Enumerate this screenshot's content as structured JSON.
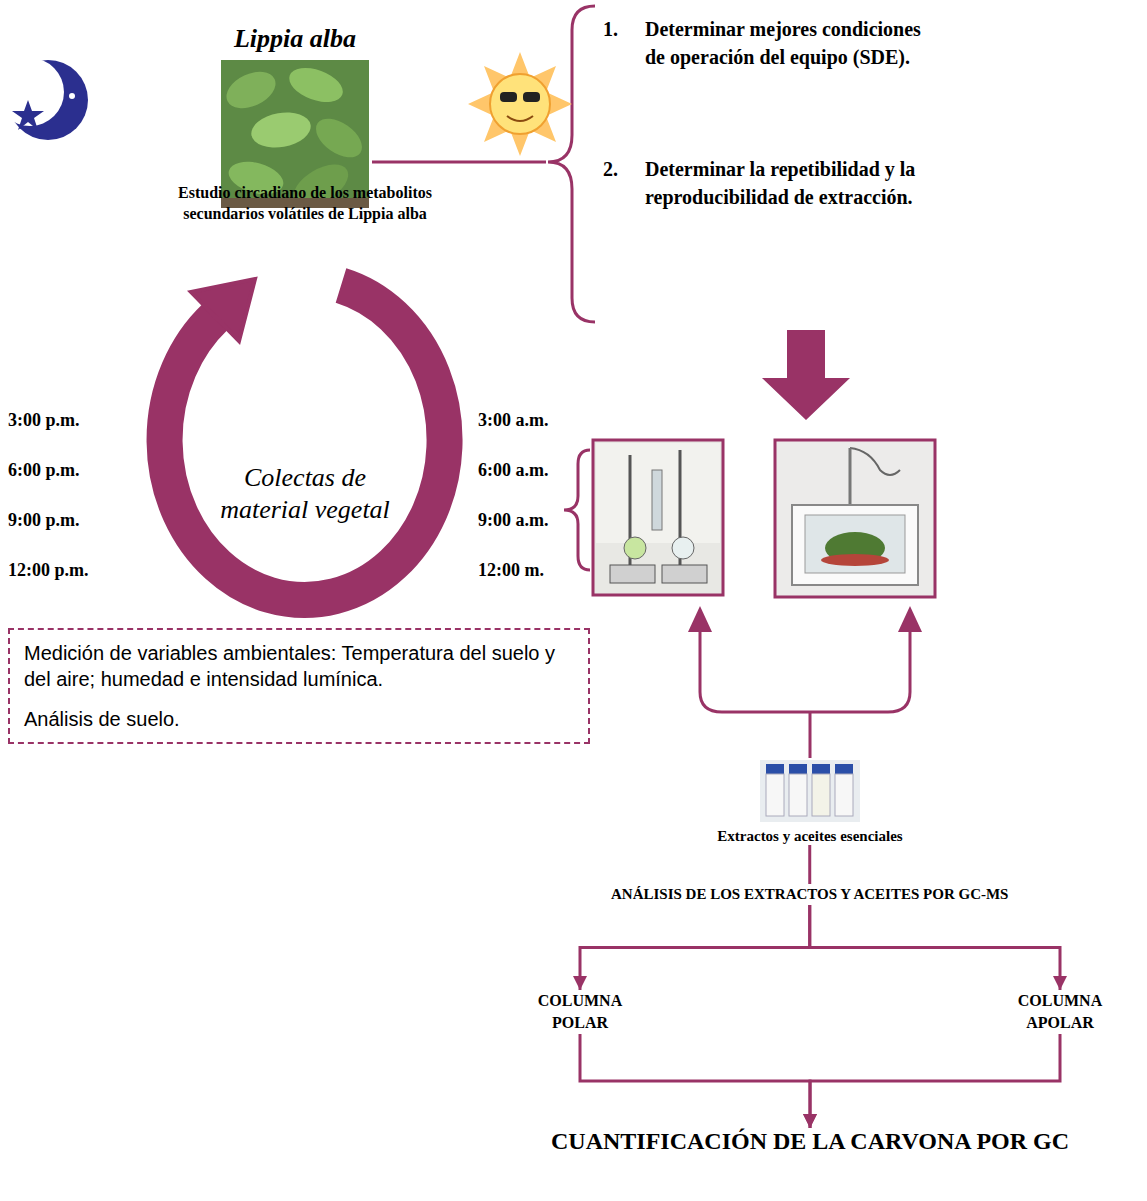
{
  "diagram": {
    "nodes": [
      {
        "text": [
          "Lippia alba"
        ]
      },
      {
        "text": [
          "Medición de variables ambientales: Temperatura del suelo y del aire; humedad e intensidad lumínica.",
          "Análisis de suelo."
        ]
      },
      {
        "text": [
          "Extractos y aceites esenciales"
        ]
      },
      {
        "text": [
          "ANÁLISIS DE LOS EXTRACTOS Y ACEITES POR GC-MS"
        ]
      },
      {
        "text": [
          "COLUMNA POLAR"
        ]
      },
      {
        "text": [
          "COLUMNA APOLAR"
        ]
      },
      {
        "text": [
          "CUANTIFICACIÓN DE LA CARVONA POR GC"
        ]
      }
    ],
    "edges": [
      {
        "from": 2,
        "to": 3,
        "arrow": "none"
      },
      {
        "from": 3,
        "to": 4,
        "arrow": "to"
      },
      {
        "from": 3,
        "to": 5,
        "arrow": "to"
      },
      {
        "from": 4,
        "to": 6,
        "arrow": "to"
      },
      {
        "from": 5,
        "to": 6,
        "arrow": "to"
      }
    ],
    "labels": [
      "1.",
      "Determinar mejores condiciones de operación del equipo (SDE).",
      "2.",
      "Determinar la repetibilidad y la reproducibilidad de extracción.",
      "Estudio circadiano de los metabolitos secundarios volátiles de Lippia alba",
      "Colectas de material vegetal",
      "3:00 p.m.",
      "6:00 p.m.",
      "9:00 p.m.",
      "12:00 p.m.",
      "3:00 a.m.",
      "6:00 a.m.",
      "9:00 a.m.",
      "12:00 m."
    ]
  }
}
